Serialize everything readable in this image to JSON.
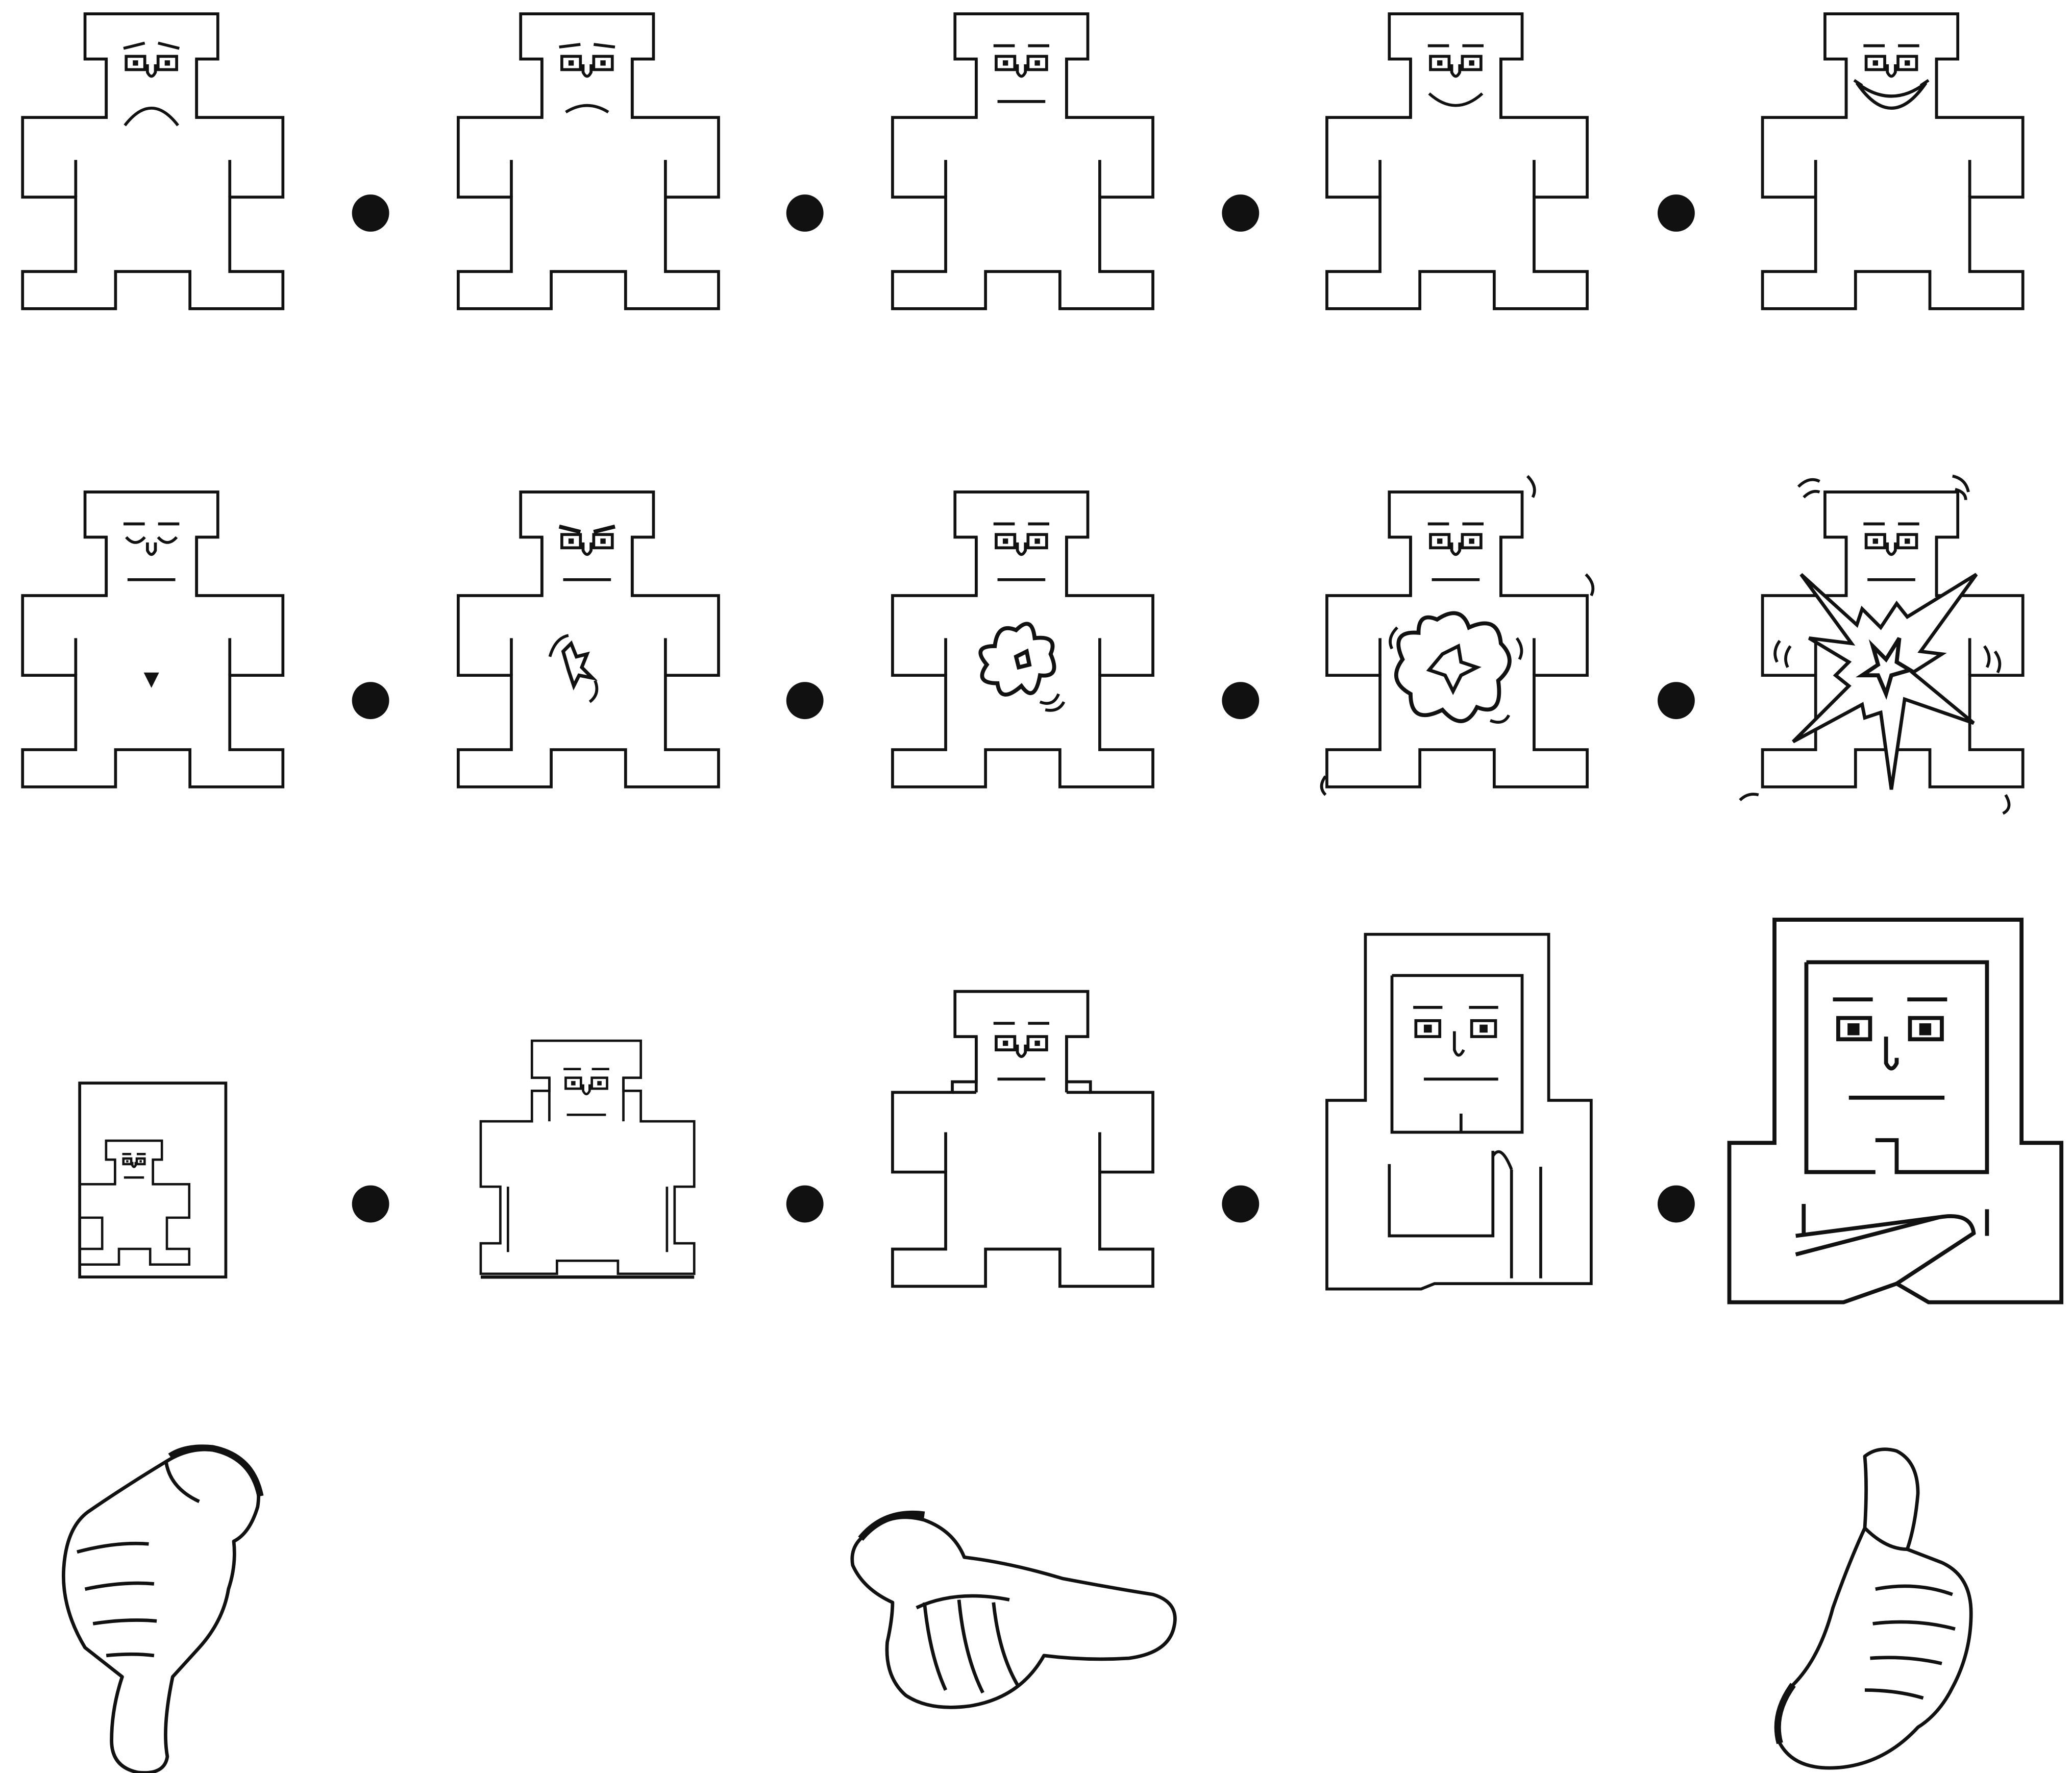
{
  "scale": "self-assessment-manikin",
  "stroke_color": "#111111",
  "background_color": "#ffffff",
  "rows": [
    {
      "id": "valence",
      "figures": [
        {
          "expression": "very-unhappy"
        },
        {
          "expression": "unhappy"
        },
        {
          "expression": "neutral"
        },
        {
          "expression": "happy"
        },
        {
          "expression": "very-happy"
        }
      ]
    },
    {
      "id": "arousal",
      "figures": [
        {
          "expression": "calm-eyes-closed",
          "activation": "dot"
        },
        {
          "expression": "slightly-aroused",
          "activation": "small-splat"
        },
        {
          "expression": "moderately-aroused",
          "activation": "medium-splat"
        },
        {
          "expression": "aroused",
          "activation": "large-splat"
        },
        {
          "expression": "very-aroused",
          "activation": "explosion"
        }
      ]
    },
    {
      "id": "dominance",
      "figures": [
        {
          "expression": "very-small-in-box"
        },
        {
          "expression": "small"
        },
        {
          "expression": "medium"
        },
        {
          "expression": "large-arms-folded"
        },
        {
          "expression": "very-large-arms-crossed"
        }
      ]
    }
  ],
  "hands": [
    {
      "gesture": "thumbs-down-icon"
    },
    {
      "gesture": "thumbs-sideways-icon"
    },
    {
      "gesture": "thumbs-up-icon"
    }
  ]
}
